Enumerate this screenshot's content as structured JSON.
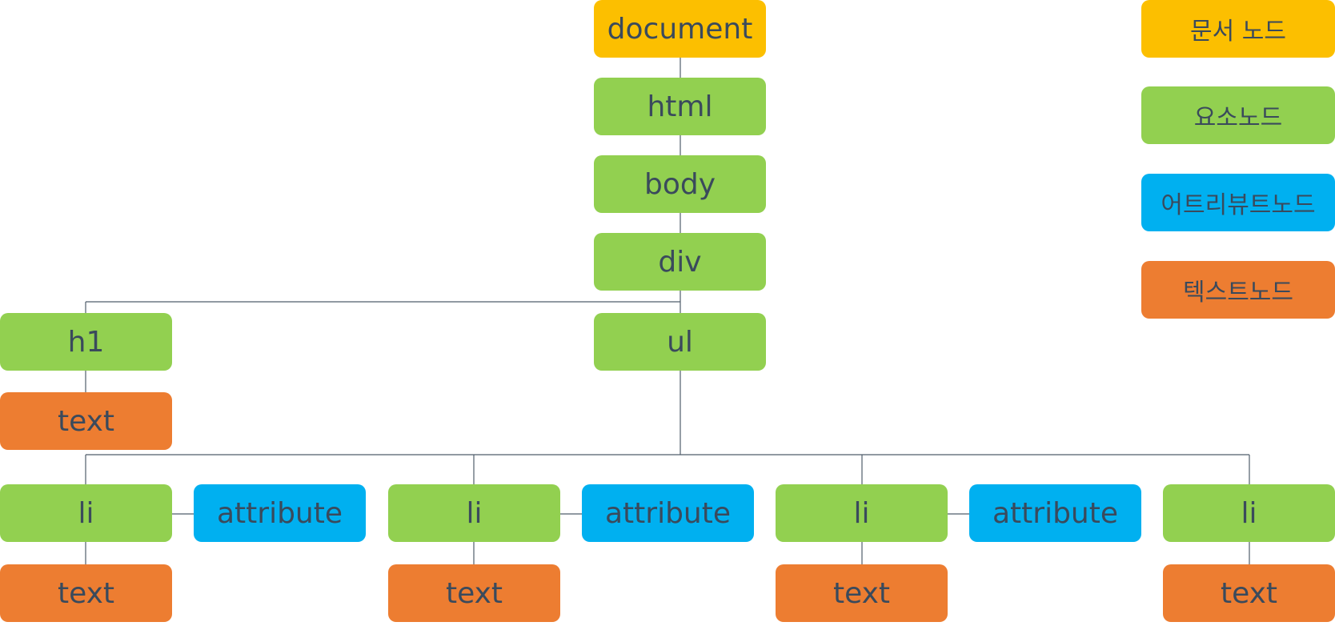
{
  "colors": {
    "document": "#fcbf00",
    "element": "#92d050",
    "attribute": "#00b0f0",
    "text": "#ed7d31",
    "label": "#3a4a5c",
    "connector": "#4f5d6b"
  },
  "tree": {
    "document": "document",
    "html": "html",
    "body": "body",
    "div": "div",
    "h1": "h1",
    "h1_text": "text",
    "ul": "ul",
    "items": [
      {
        "li": "li",
        "attribute": "attribute",
        "text": "text"
      },
      {
        "li": "li",
        "attribute": "attribute",
        "text": "text"
      },
      {
        "li": "li",
        "attribute": "attribute",
        "text": "text"
      },
      {
        "li": "li",
        "attribute": "",
        "text": "text"
      }
    ]
  },
  "legend": {
    "document_node": "문서 노드",
    "element_node": "요소노드",
    "attribute_node": "어트리뷰트노드",
    "text_node": "텍스트노드"
  }
}
